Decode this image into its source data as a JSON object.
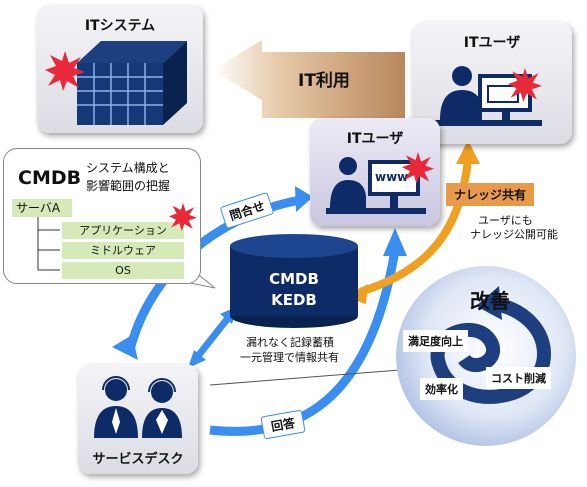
{
  "it_system": {
    "title": "ITシステム"
  },
  "it_user_top": {
    "title": "ITユーザ"
  },
  "it_user_mid": {
    "title": "ITユーザ",
    "screen_text": "www"
  },
  "it_use_arrow": {
    "label": "IT利用"
  },
  "cmdb_panel": {
    "title": "CMDB",
    "description_lines": [
      "システム構成と",
      "影響範囲の把握"
    ],
    "server_label": "サーバA",
    "items": [
      "アプリケーション",
      "ミドルウェア",
      "OS"
    ]
  },
  "database": {
    "line1": "CMDB",
    "line2": "KEDB"
  },
  "database_caption": [
    "漏れなく記録蓄積",
    "一元管理で情報共有"
  ],
  "inquiry_label": "問合せ",
  "answer_label": "回答",
  "knowledge": {
    "badge": "ナレッジ共有",
    "caption_lines": [
      "ユーザにも",
      "ナレッジ公開可能"
    ]
  },
  "service_desk": {
    "title": "サービスデスク"
  },
  "improvement": {
    "title": "改善",
    "items": [
      "満足度向上",
      "コスト削減",
      "効率化"
    ]
  },
  "colors": {
    "navy": "#0d2b66",
    "blue_arrow": "#3a8ef0",
    "orange_arrow": "#f0a020",
    "alert_red": "#e8293a",
    "panel_green": "#d6e9b8",
    "brown_arrow": "#c89a6a"
  },
  "icons": [
    "server-rack-icon",
    "alert-burst-icon",
    "person-at-computer-icon",
    "headset-operator-icon",
    "database-cylinder-icon"
  ]
}
